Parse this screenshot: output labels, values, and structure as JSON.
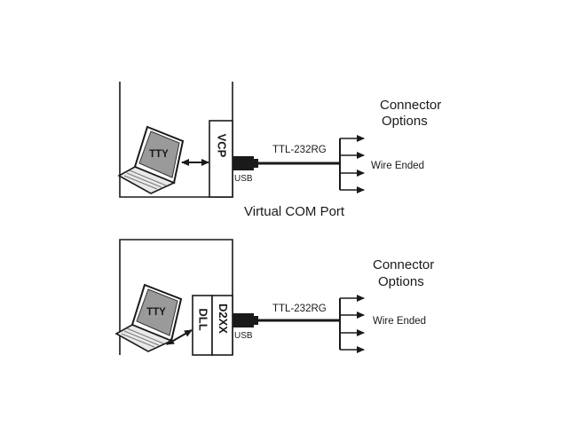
{
  "top": {
    "laptop_label": "TTY",
    "driver_label": "VCP",
    "usb_label": "USB",
    "cable_label": "TTL-232RG",
    "connector_title_line1": "Connector",
    "connector_title_line2": "Options",
    "wire_label": "Wire Ended",
    "caption": "Virtual COM Port"
  },
  "bottom": {
    "laptop_label": "TTY",
    "dll_label": "DLL",
    "d2xx_label": "D2XX",
    "usb_label": "USB",
    "cable_label": "TTL-232RG",
    "connector_title_line1": "Connector",
    "connector_title_line2": "Options",
    "wire_label": "Wire Ended"
  }
}
